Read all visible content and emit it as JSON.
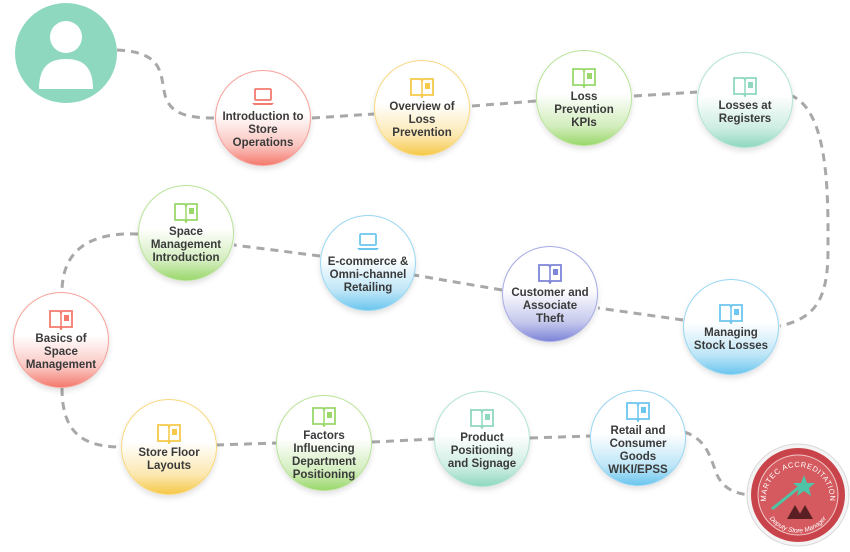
{
  "colors": {
    "path": "#a8a8a8",
    "avatar": "#8fd8c0",
    "badge": "#c9444a"
  },
  "nodes": [
    {
      "label": "Introduction to Store Operations",
      "icon": "laptop-icon",
      "color": "#f47a6e"
    },
    {
      "label": "Overview of Loss Prevention",
      "icon": "book-icon",
      "color": "#f6c94a"
    },
    {
      "label": "Loss Prevention KPIs",
      "icon": "book-icon",
      "color": "#9bd86c"
    },
    {
      "label": "Losses at Registers",
      "icon": "book-icon",
      "color": "#8fd8c0"
    },
    {
      "label": "Managing Stock Losses",
      "icon": "book-icon",
      "color": "#6cc6ee"
    },
    {
      "label": "Customer and Associate Theft",
      "icon": "book-icon",
      "color": "#7e85d8"
    },
    {
      "label": "E-commerce & Omni-channel Retailing",
      "icon": "laptop-icon",
      "color": "#6cc6ee"
    },
    {
      "label": "Space Management Introduction",
      "icon": "book-icon",
      "color": "#9bd86c"
    },
    {
      "label": "Basics of Space Management",
      "icon": "book-icon",
      "color": "#f47a6e"
    },
    {
      "label": "Store Floor Layouts",
      "icon": "book-icon",
      "color": "#f6c94a"
    },
    {
      "label": "Factors Influencing Department Positioning",
      "icon": "book-icon",
      "color": "#9bd86c"
    },
    {
      "label": "Product Positioning and Signage",
      "icon": "book-icon",
      "color": "#8fd8c0"
    },
    {
      "label": "Retail and Consumer Goods WIKI/EPSS",
      "icon": "book-icon",
      "color": "#6cc6ee"
    }
  ],
  "badge": {
    "top_text": "MARTEC ACCREDITATION",
    "bottom_text": "Deputy Store Manager",
    "icon": "star-icon"
  },
  "avatar": {
    "icon": "user-icon"
  }
}
